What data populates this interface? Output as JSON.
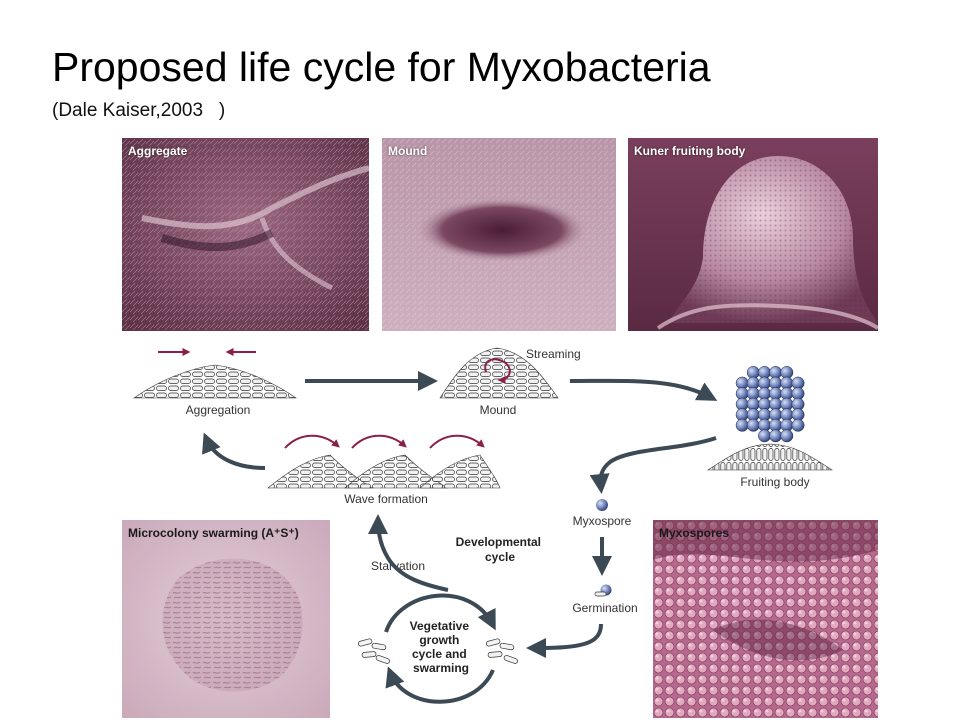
{
  "slide": {
    "title": "Proposed life cycle for Myxobacteria",
    "subtitle": "(Dale Kaiser,2003   )"
  },
  "photos": {
    "aggregate": "Aggregate",
    "mound": "Mound",
    "kuner": "Kuner fruiting body",
    "microcolony": "Microcolony swarming (A⁺S⁺)",
    "myxospores": "Myxospores"
  },
  "diagram": {
    "streaming": "Streaming",
    "aggregation": "Aggregation",
    "mound": "Mound",
    "fruiting_body": "Fruiting body",
    "wave_formation": "Wave formation",
    "myxospore": "Myxospore",
    "germination": "Germination",
    "starvation": "Starvation",
    "developmental": [
      "Developmental",
      "cycle"
    ],
    "vegetative": [
      "Vegetative",
      "growth",
      "cycle and",
      "swarming"
    ]
  },
  "colors": {
    "arrow": "#3c4a56",
    "magenta_arrow": "#8a1f4a",
    "sphere": "#6b7fb8",
    "photo_base": "#8a4f6c"
  }
}
